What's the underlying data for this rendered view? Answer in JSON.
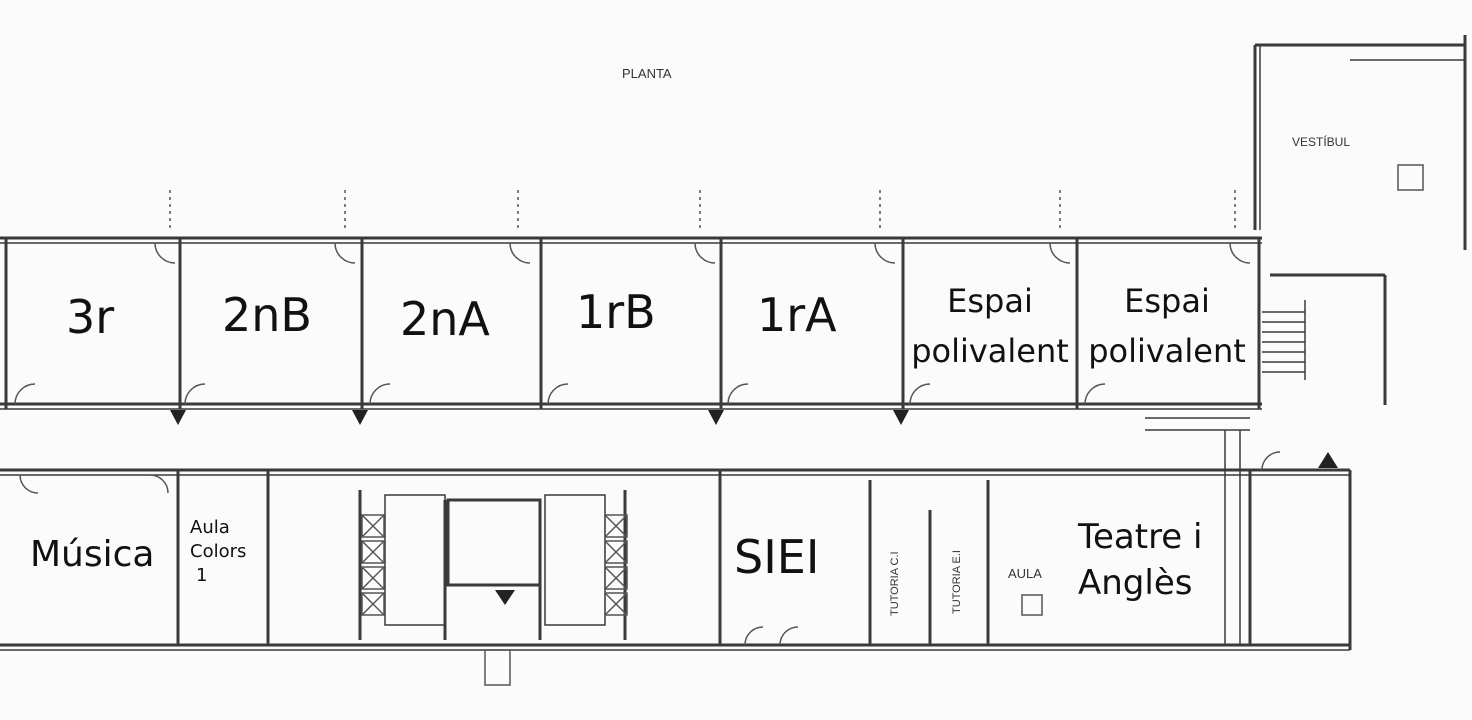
{
  "plan": {
    "title": "PLANTA",
    "vestibule": "VESTÍBUL",
    "top_rooms": [
      {
        "label": "3r"
      },
      {
        "label": "2nB"
      },
      {
        "label": "2nA"
      },
      {
        "label": "1rB"
      },
      {
        "label": "1rA"
      },
      {
        "label": "Espai polivalent"
      },
      {
        "label": "Espai polivalent"
      }
    ],
    "bottom_rooms": {
      "musica": "Música",
      "aula_colors": [
        "Aula",
        "Colors",
        "1"
      ],
      "siei": "SIEI",
      "tutoria_ci": "TUTORIA C.I",
      "tutoria_ei": "TUTORIA E.I",
      "aula": "AULA",
      "teatre": [
        "Teatre i",
        "Anglès"
      ]
    }
  }
}
